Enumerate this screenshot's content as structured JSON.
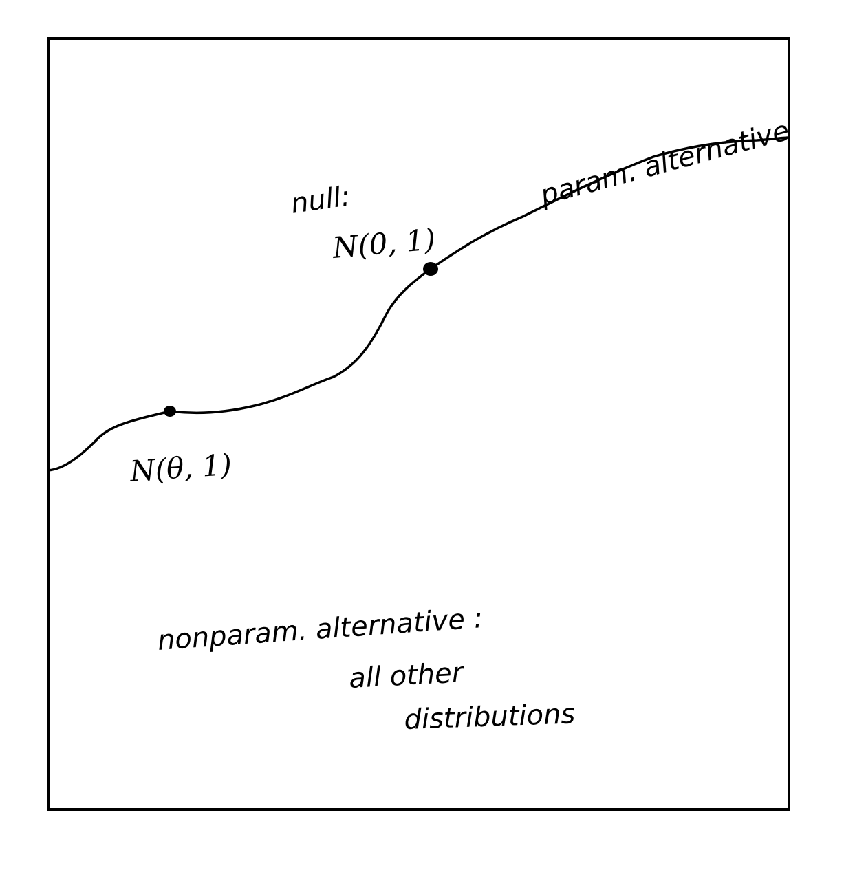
{
  "labels": {
    "null_heading": "null:",
    "null_distribution": "N(0, 1)",
    "param_alternative": "param. alternative",
    "param_point": "N(θ, 1)",
    "nonparam_line1": "nonparam. alternative :",
    "nonparam_line2": "all other",
    "nonparam_line3": "distributions"
  },
  "colors": {
    "ink": "#000000",
    "background": "#ffffff"
  }
}
